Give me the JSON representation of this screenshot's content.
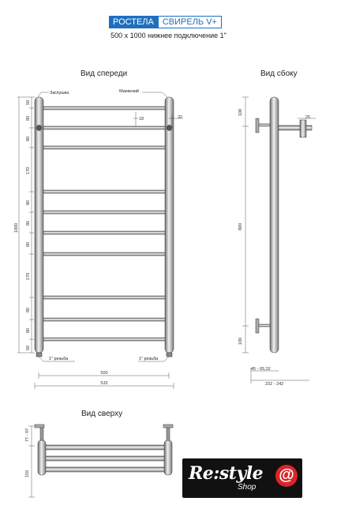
{
  "header": {
    "brand": "РОСТЕЛА",
    "model": "СВИРЕЛЬ V+",
    "subtitle": "500 x 1000 нижнее подключение 1\""
  },
  "front": {
    "title": "Вид спереди",
    "left_label": "Заглушка",
    "right_label": "Маевский",
    "dims_left": [
      "50",
      "80",
      "80",
      "170",
      "80",
      "80",
      "80",
      "170",
      "80",
      "80",
      "50"
    ],
    "total_height": "1000",
    "dim_18": "18",
    "dim_32": "32",
    "thread_left": "1'' резьба",
    "thread_right": "1'' резьба",
    "width_inner": "500",
    "width_outer": "532"
  },
  "side": {
    "title": "Вид сбоку",
    "dim_top": "100",
    "dim_mid": "800",
    "dim_bottom": "100",
    "dim_25": "25",
    "dim_depth_small": "45 - 65,32",
    "dim_depth": "232 - 242"
  },
  "top": {
    "title": "Вид сверху",
    "dim_1": "77 - 97",
    "dim_2": "155"
  },
  "logo": {
    "main": "Re:style",
    "shop": "Shop",
    "at": "@"
  }
}
